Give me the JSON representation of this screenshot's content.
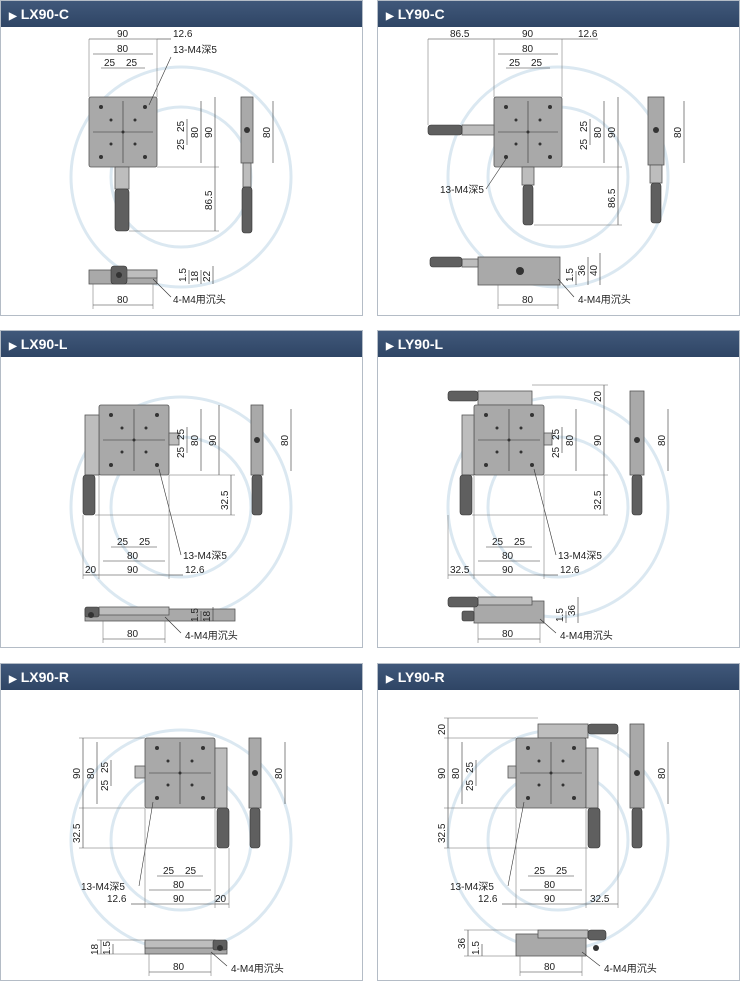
{
  "panels": [
    {
      "title": "LX90-C",
      "labels": {
        "d90": "90",
        "d80": "80",
        "d25a": "25",
        "d25b": "25",
        "d126": "12.6",
        "holes": "13-M4深5",
        "v25a": "25",
        "v25b": "25",
        "v80": "80",
        "v90": "90",
        "v865": "86.5",
        "side80": "80",
        "h15": "1.5",
        "h18": "18",
        "h22": "22",
        "b80": "80",
        "cb": "4-M4用沉头"
      }
    },
    {
      "title": "LY90-C",
      "labels": {
        "d865": "86.5",
        "d90": "90",
        "d80": "80",
        "d25a": "25",
        "d25b": "25",
        "d126": "12.6",
        "v25a": "25",
        "v25b": "25",
        "v80": "80",
        "v90": "90",
        "holes": "13-M4深5",
        "v865": "86.5",
        "side80": "80",
        "h15": "1.5",
        "h36": "36",
        "h40": "40",
        "b80": "80",
        "cb": "4-M4用沉头"
      }
    },
    {
      "title": "LX90-L",
      "labels": {
        "v25a": "25",
        "v25b": "25",
        "v80": "80",
        "v90": "90",
        "v325": "32.5",
        "side80": "80",
        "d25a": "25",
        "d25b": "25",
        "d80": "80",
        "holes": "13-M4深5",
        "d20": "20",
        "d90": "90",
        "d126": "12.6",
        "h15": "1.5",
        "h18": "18",
        "b80": "80",
        "cb": "4-M4用沉头"
      }
    },
    {
      "title": "LY90-L",
      "labels": {
        "v20": "20",
        "v25a": "25",
        "v25b": "25",
        "v80": "80",
        "v90": "90",
        "v325": "32.5",
        "side80": "80",
        "d25a": "25",
        "d25b": "25",
        "d80": "80",
        "holes": "13-M4深5",
        "d325": "32.5",
        "d90": "90",
        "d126": "12.6",
        "h15": "1.5",
        "h36": "36",
        "b80": "80",
        "cb": "4-M4用沉头"
      }
    },
    {
      "title": "LX90-R",
      "labels": {
        "v90": "90",
        "v80": "80",
        "v25a": "25",
        "v25b": "25",
        "v325": "32.5",
        "side80": "80",
        "holes": "13-M4深5",
        "d25a": "25",
        "d25b": "25",
        "d80": "80",
        "d126": "12.6",
        "d90": "90",
        "d20": "20",
        "h18": "18",
        "h15": "1.5",
        "b80": "80",
        "cb": "4-M4用沉头"
      }
    },
    {
      "title": "LY90-R",
      "labels": {
        "v20": "20",
        "v90": "90",
        "v80": "80",
        "v25a": "25",
        "v25b": "25",
        "v325": "32.5",
        "side80": "80",
        "holes": "13-M4深5",
        "d25a": "25",
        "d25b": "25",
        "d80": "80",
        "d126": "12.6",
        "d90": "90",
        "d325": "32.5",
        "h36": "36",
        "h15": "1.5",
        "b80": "80",
        "cb": "4-M4用沉头"
      }
    }
  ],
  "colors": {
    "header": "#3a5072",
    "border": "#b4bcc6",
    "stage": "#a9a9a9"
  },
  "watermark_icon": "brand-watermark-icon"
}
